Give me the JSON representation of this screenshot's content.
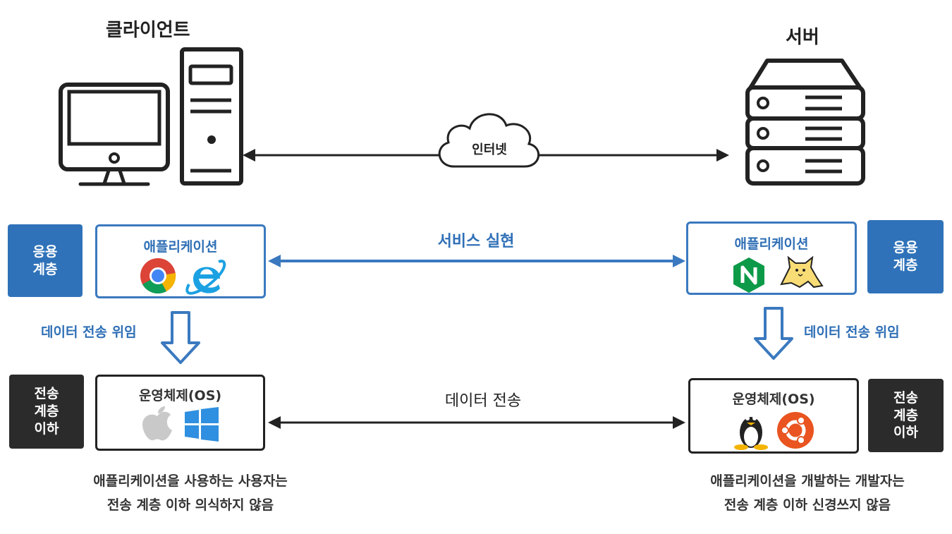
{
  "client": {
    "title": "클라이언트"
  },
  "server": {
    "title": "서버"
  },
  "network": {
    "label": "인터넷"
  },
  "left": {
    "app_tag": "응용\n계층",
    "app_box_label": "애플리케이션",
    "app_icons": [
      "chrome-icon",
      "internet-explorer-icon"
    ],
    "delegate_label": "데이터 전송 위임",
    "os_tag": "전송\n계층\n이하",
    "os_box_label": "운영체제(OS)",
    "os_icons": [
      "apple-icon",
      "windows-icon"
    ],
    "caption_line1": "애플리케이션을 사용하는 사용자는",
    "caption_line2": "전송 계층 이하 의식하지 않음"
  },
  "right": {
    "app_tag": "응용\n계층",
    "app_box_label": "애플리케이션",
    "app_icons": [
      "nginx-icon",
      "tomcat-icon"
    ],
    "delegate_label": "데이터 전송 위임",
    "os_tag": "전송\n계층\n이하",
    "os_box_label": "운영체제(OS)",
    "os_icons": [
      "linux-icon",
      "ubuntu-icon"
    ],
    "caption_line1": "애플리케이션을 개발하는 개발자는",
    "caption_line2": "전송 계층 이하 신경쓰지 않음"
  },
  "middle": {
    "service_label": "서비스 실현",
    "transfer_label": "데이터 전송"
  },
  "colors": {
    "accent_blue": "#2f72b9",
    "dark": "#2b2b2b",
    "line_blue": "#3a79bf"
  }
}
